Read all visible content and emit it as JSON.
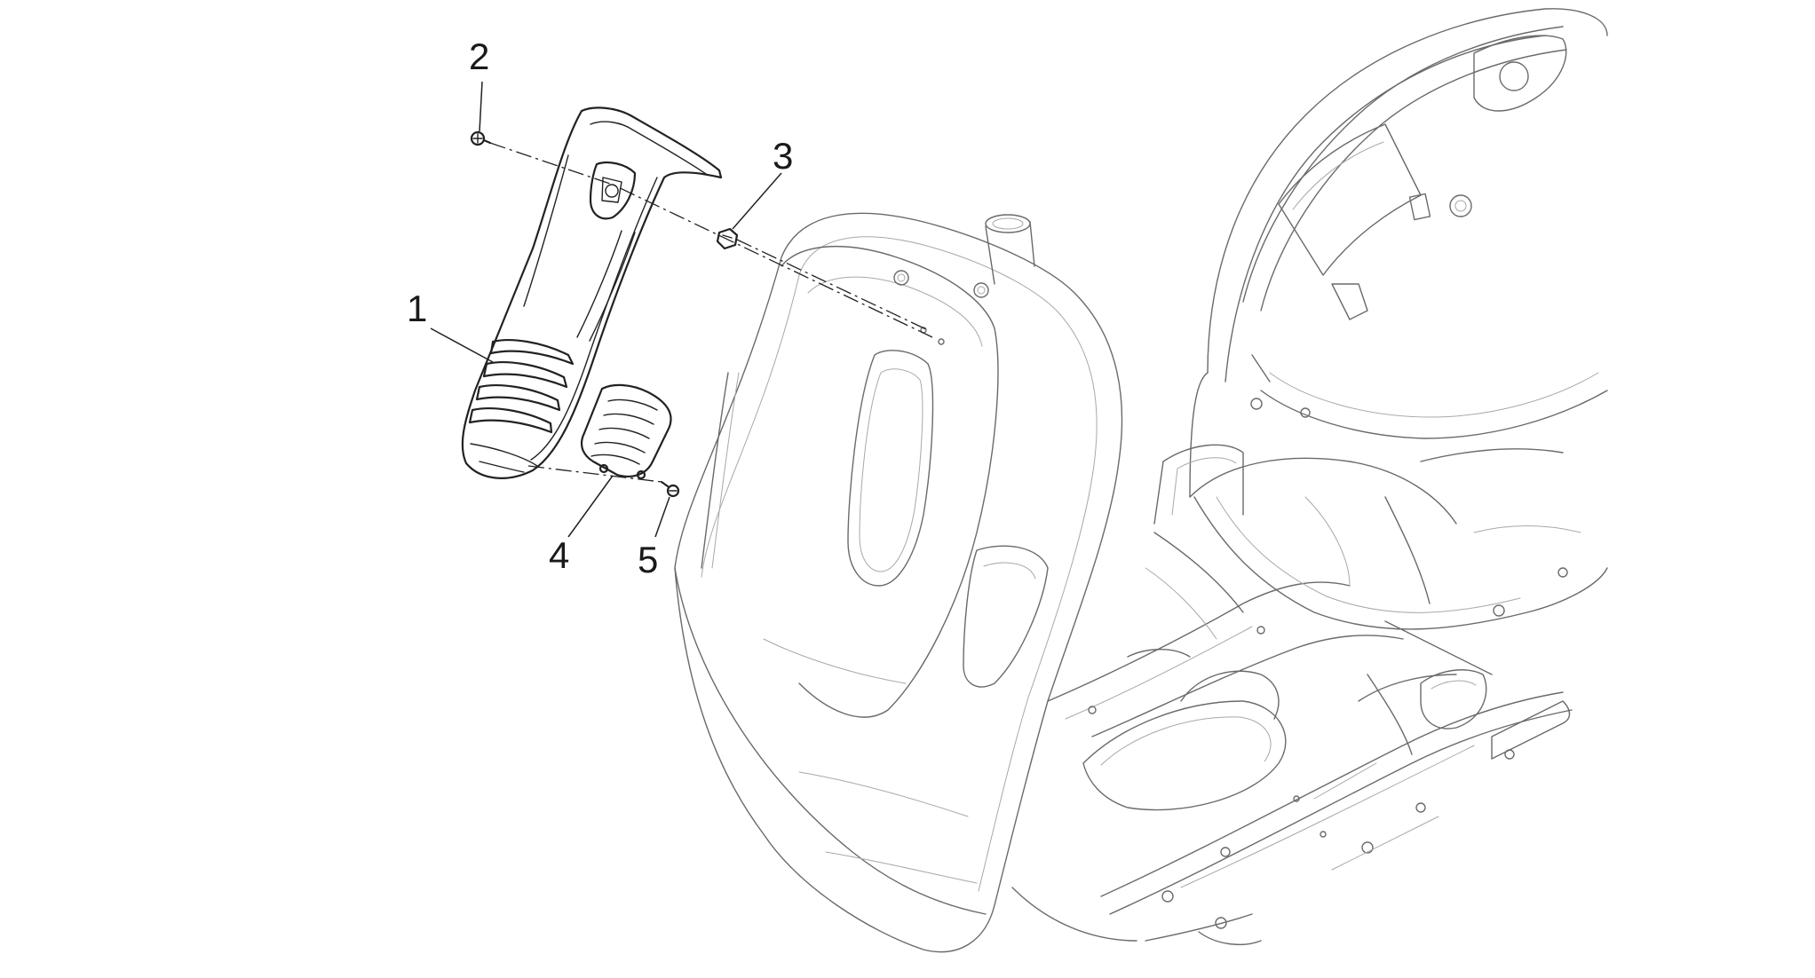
{
  "callouts": [
    {
      "id": "1",
      "label": "1"
    },
    {
      "id": "2",
      "label": "2"
    },
    {
      "id": "3",
      "label": "3"
    },
    {
      "id": "4",
      "label": "4"
    },
    {
      "id": "5",
      "label": "5"
    }
  ],
  "colors": {
    "background": "#ffffff",
    "part_line": "#222222",
    "body_line": "#6a6a6a",
    "body_line_light": "#a8a8a8",
    "callout_text": "#1a1a1a"
  }
}
